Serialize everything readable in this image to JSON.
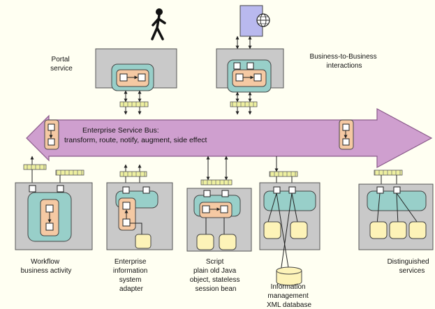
{
  "labels": {
    "portal": [
      "Portal",
      "service"
    ],
    "b2b": [
      "Business-to-Business",
      "interactions"
    ],
    "bus": [
      "Enterprise Service Bus:",
      "transform, route, notify, augment, side effect"
    ],
    "workflow": [
      "Workflow",
      "business activity"
    ],
    "eis": [
      "Enterprise",
      "information",
      "system",
      "adapter"
    ],
    "script": [
      "Script",
      "plain old Java",
      "object, stateless",
      "session bean"
    ],
    "info": [
      "Information",
      "management",
      "XML database"
    ],
    "distinguished": [
      "Distinguished",
      "services"
    ]
  },
  "icons": {
    "person": "walking-person-icon",
    "globe": "globe-icon"
  },
  "colors": {
    "bus": "#cf9fcf",
    "bus_edge": "#8a5a8a",
    "component_bg": "#c9c9c9",
    "container": "#98cfc9",
    "process": "#f5c9a3",
    "service": "#fdf3b8",
    "background": "#fffff2"
  }
}
